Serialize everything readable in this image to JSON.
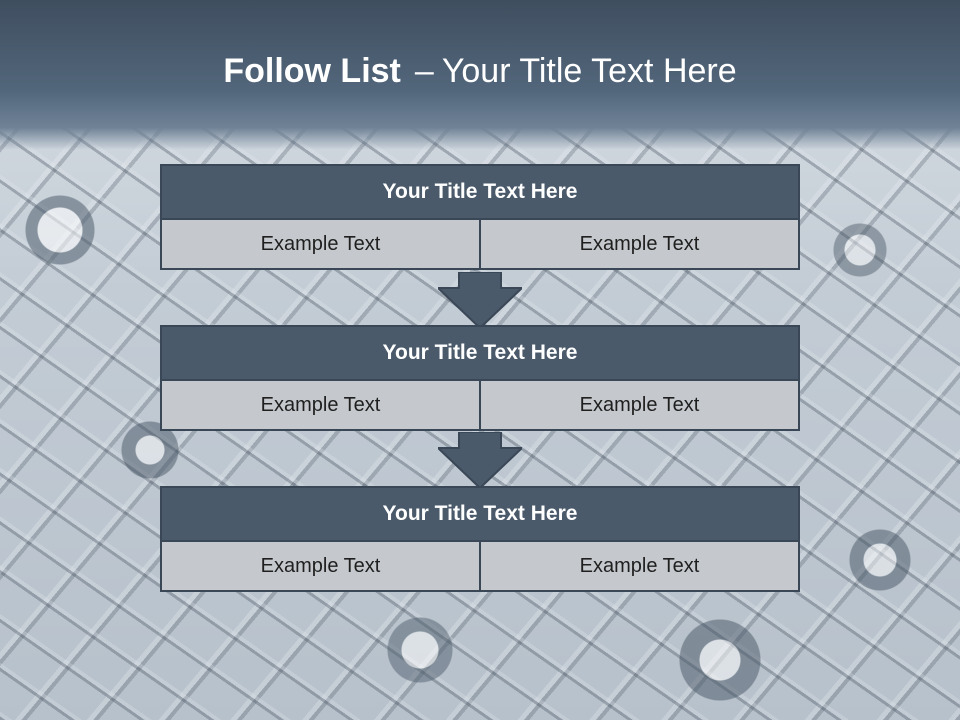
{
  "slide": {
    "title_bold": "Follow List",
    "title_dash": "–",
    "title_rest": "Your Title Text Here"
  },
  "blocks": [
    {
      "title": "Your Title Text Here",
      "left": "Example Text",
      "right": "Example Text"
    },
    {
      "title": "Your Title Text Here",
      "left": "Example Text",
      "right": "Example Text"
    },
    {
      "title": "Your Title Text Here",
      "left": "Example Text",
      "right": "Example Text"
    }
  ],
  "colors": {
    "header": "#4a5a6b",
    "cell": "#c5c9cd",
    "border": "#3a4756"
  },
  "icons": [
    "down-arrow-icon",
    "down-arrow-icon"
  ]
}
